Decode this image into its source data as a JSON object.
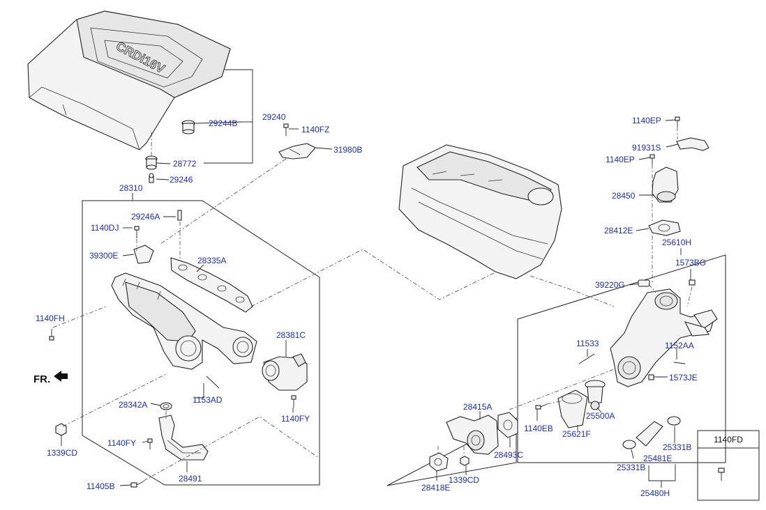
{
  "diagram": {
    "front_marker": "FR.",
    "legend_box": {
      "title": "1140FD"
    },
    "callouts": [
      "29244B",
      "29240",
      "28772",
      "29246",
      "1140FZ",
      "31980B",
      "28310",
      "29246A",
      "1140DJ",
      "39300E",
      "28335A",
      "1140FH",
      "28381C",
      "1153AD",
      "28342A",
      "1140FY",
      "1339CD",
      "1140FY",
      "28491",
      "11405B",
      "1140EP",
      "91931S",
      "1140EP",
      "28450",
      "28412E",
      "25610H",
      "1573BG",
      "39220G",
      "11533",
      "1152AA",
      "1573JE",
      "28415A",
      "1140EB",
      "25621F",
      "25500A",
      "28493C",
      "28418E",
      "1339CD",
      "25331B",
      "25481E",
      "25331B",
      "25480H"
    ]
  },
  "colors": {
    "callout_text": "#1a2bd6",
    "line": "#222222",
    "part_fill": "#f3f3f3"
  }
}
